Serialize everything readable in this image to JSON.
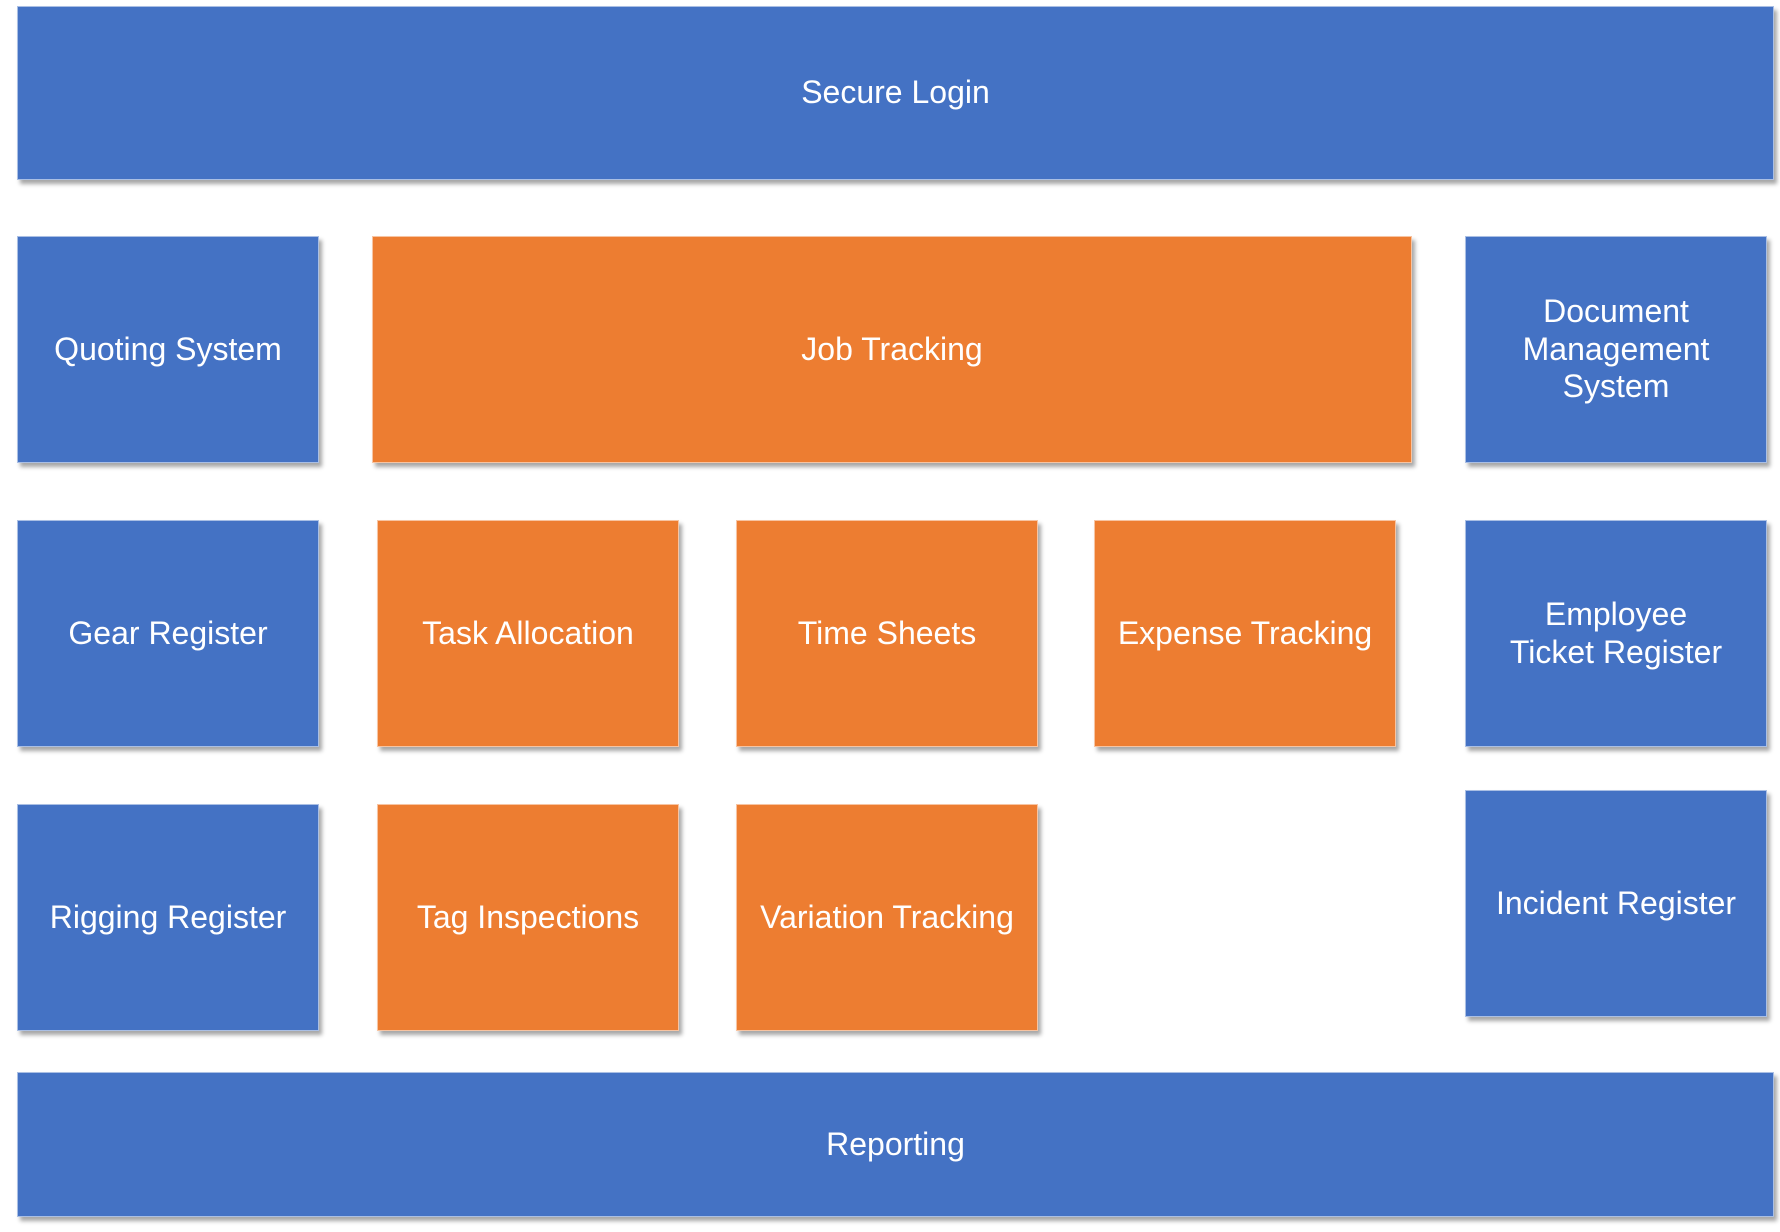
{
  "colors": {
    "blue": "#4472c4",
    "orange": "#ed7d31",
    "text": "#ffffff"
  },
  "boxes": {
    "secure_login": "Secure Login",
    "quoting_system": "Quoting System",
    "job_tracking": "Job Tracking",
    "document_management_system": "Document\nManagement\nSystem",
    "gear_register": "Gear Register",
    "task_allocation": "Task Allocation",
    "time_sheets": "Time Sheets",
    "expense_tracking": "Expense Tracking",
    "employee_ticket_register": "Employee\nTicket Register",
    "rigging_register": "Rigging Register",
    "tag_inspections": "Tag Inspections",
    "variation_tracking": "Variation Tracking",
    "incident_register": "Incident Register",
    "reporting": "Reporting"
  }
}
